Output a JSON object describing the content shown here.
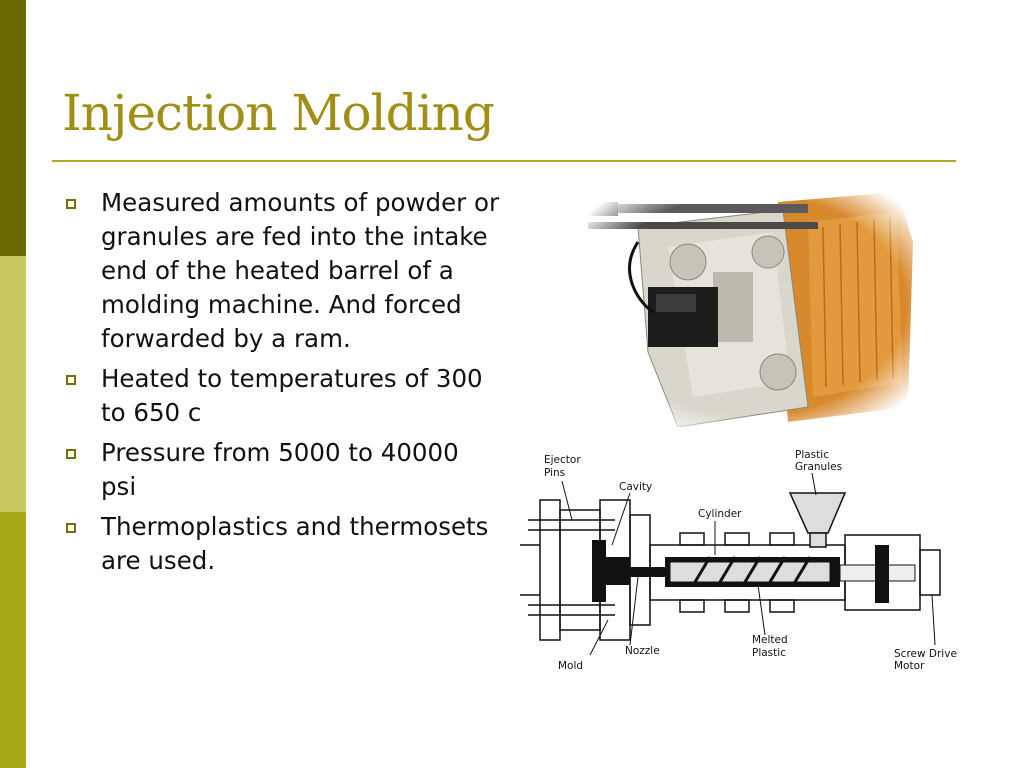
{
  "slide": {
    "title": "Injection Molding",
    "bullets": [
      "Measured amounts of powder or granules are fed into the intake end of the heated barrel of a molding machine.  And forced forwarded by a ram.",
      "Heated to temperatures of 300 to 650 c",
      "Pressure from 5000 to 40000 psi",
      "Thermoplastics and thermosets are used."
    ]
  },
  "diagram": {
    "labels": {
      "ejector_pins": [
        "Ejector",
        "Pins"
      ],
      "cavity": "Cavity",
      "plastic_granules": [
        "Plastic",
        "Granules"
      ],
      "cylinder": "Cylinder",
      "mold": "Mold",
      "nozzle": "Nozzle",
      "melted_plastic": [
        "Melted",
        "Plastic"
      ],
      "screw_drive_motor": [
        "Screw Drive",
        "Motor"
      ]
    }
  },
  "colors": {
    "title": "#a08f14",
    "rule": "#b6a72a",
    "sidebar_top": "#6b6b00",
    "sidebar_middle": "#c8c860",
    "sidebar_bottom": "#a8a818",
    "bullet": "#7a6e00"
  },
  "icons": {
    "bullet": "hollow-square-bullet-icon"
  }
}
